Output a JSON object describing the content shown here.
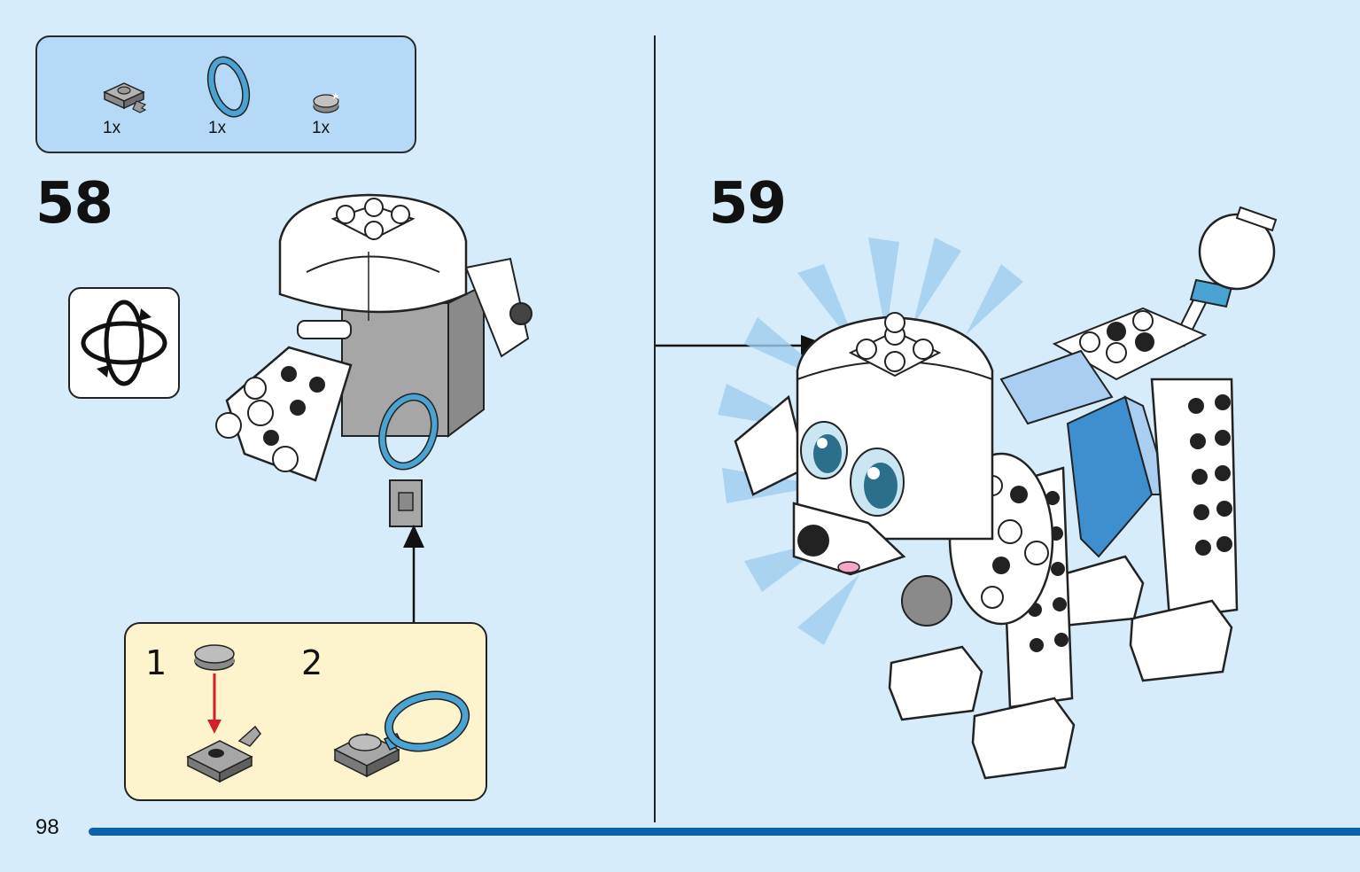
{
  "parts_list": {
    "items": [
      {
        "icon": "plate-with-clip-icon",
        "count": "1x"
      },
      {
        "icon": "ring-icon",
        "count": "1x"
      },
      {
        "icon": "round-tile-icon",
        "count": "1x"
      }
    ]
  },
  "steps": {
    "step58": {
      "number": "58"
    },
    "step59": {
      "number": "59"
    }
  },
  "callout": {
    "substep1": "1",
    "substep2": "2"
  },
  "footer": {
    "page_number": "98"
  },
  "colors": {
    "background": "#d6ecfb",
    "parts_box": "#b5d9f6",
    "callout": "#fdf3cd",
    "accent_bar": "#0b63b0",
    "ring_blue": "#4aa3d2",
    "arrow_red": "#d0202a"
  }
}
